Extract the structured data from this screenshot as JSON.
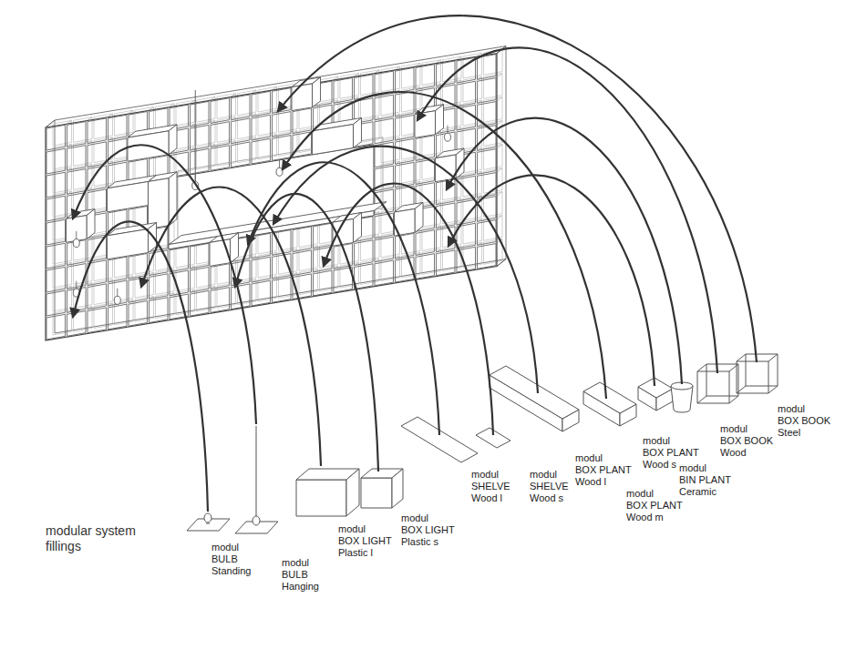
{
  "diagram": {
    "title": "modular system fillings",
    "labels": [
      "modul BULB Standing",
      "modul BULB Hanging",
      "modul BOX LIGHT Plastic l",
      "modul BOX LIGHT Plastic s",
      "modul SHELVE Wood l",
      "modul SHELVE Wood s",
      "modul BOX PLANT Wood l",
      "modul BOX PLANT Wood m",
      "modul BOX PLANT Wood s",
      "modul BIN PLANT Ceramic",
      "modul BOX BOOK Wood",
      "modul BOX BOOK Steel"
    ]
  }
}
